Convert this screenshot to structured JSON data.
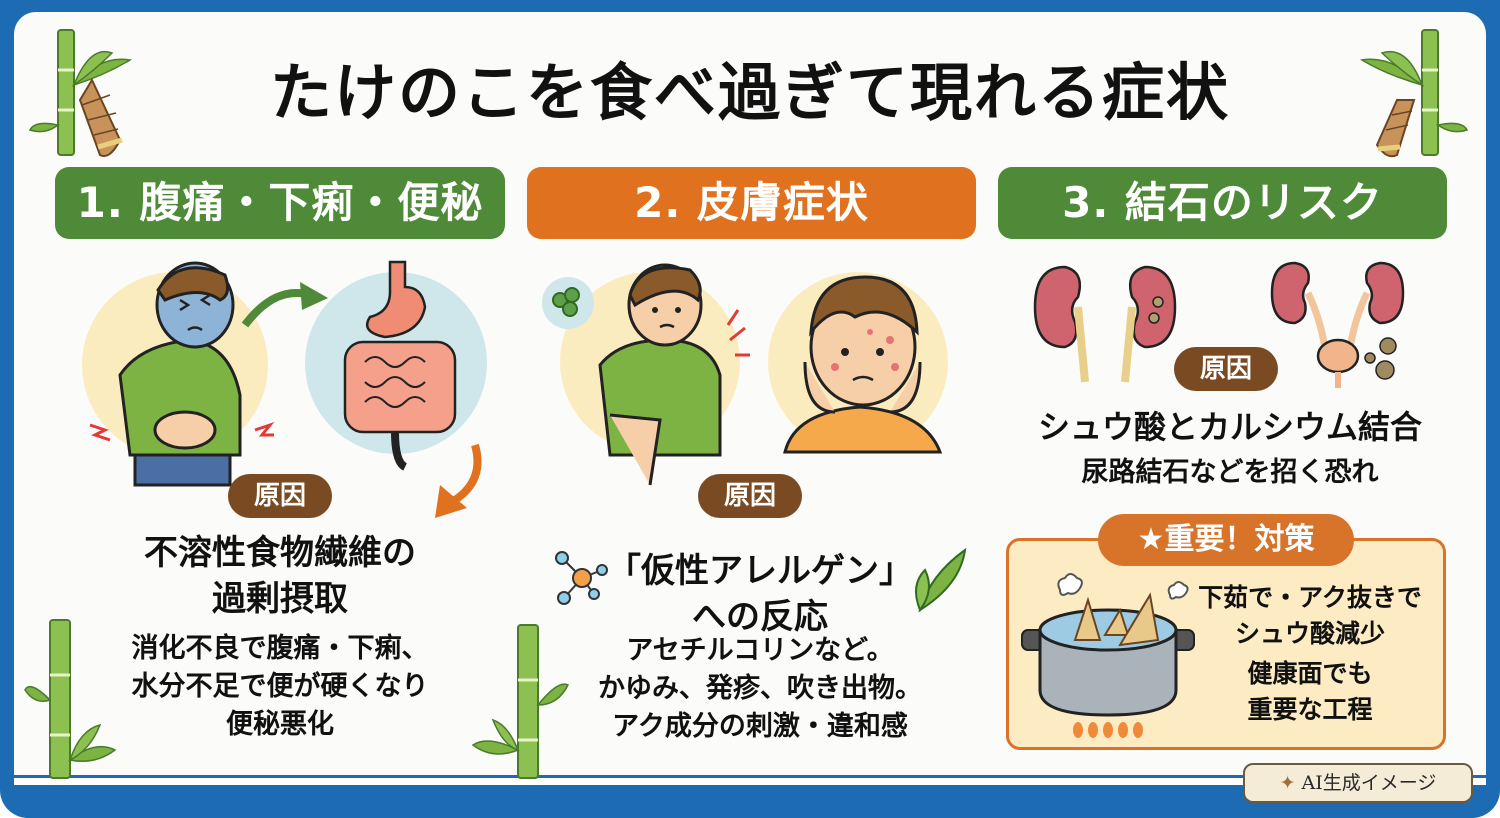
{
  "title": "たけのこを食べ過ぎて現れる症状",
  "colors": {
    "frame_blue": "#1d6bb3",
    "section_green": "#4e8a37",
    "section_orange": "#e0711f",
    "cause_brown": "#7a4a22",
    "tip_bg": "#fdebc3",
    "tip_border": "#d8742a"
  },
  "sections": [
    {
      "header": "1. 腹痛・下痢・便秘",
      "header_color": "green",
      "illustrations": [
        "stomach-ache-person",
        "arrow-right",
        "digestive-system",
        "arrow-down"
      ],
      "cause_label": "原因",
      "cause_main": [
        "不溶性食物繊維の",
        "過剰摂取"
      ],
      "cause_sub": [
        "消化不良で腹痛・下痢、",
        "水分不足で便が硬くなり",
        "便秘悪化"
      ]
    },
    {
      "header": "2. 皮膚症状",
      "header_color": "orange",
      "illustrations": [
        "itching-arm-person",
        "rash-face-person",
        "molecule",
        "leaves"
      ],
      "cause_label": "原因",
      "cause_main": [
        "「仮性アレルゲン」",
        "への反応"
      ],
      "cause_sub": [
        "アセチルコリンなど。",
        "かゆみ、発疹、吹き出物。",
        "アク成分の刺激・違和感"
      ]
    },
    {
      "header": "3. 結石のリスク",
      "header_color": "green",
      "illustrations": [
        "kidneys-with-stones",
        "urinary-tract",
        "stones"
      ],
      "cause_label": "原因",
      "cause_main": [
        "シュウ酸とカルシウム結合"
      ],
      "cause_sub": [
        "尿路結石などを招く恐れ"
      ],
      "tip": {
        "label": "★重要！対策",
        "lines_a": [
          "下茹で・アク抜きで",
          "シュウ酸減少"
        ],
        "lines_b": [
          "健康面でも",
          "重要な工程"
        ],
        "illustration": "boiling-pot-with-bamboo-shoots"
      }
    }
  ],
  "badge": {
    "icon": "sparkle-icon",
    "label": "AI生成イメージ"
  }
}
